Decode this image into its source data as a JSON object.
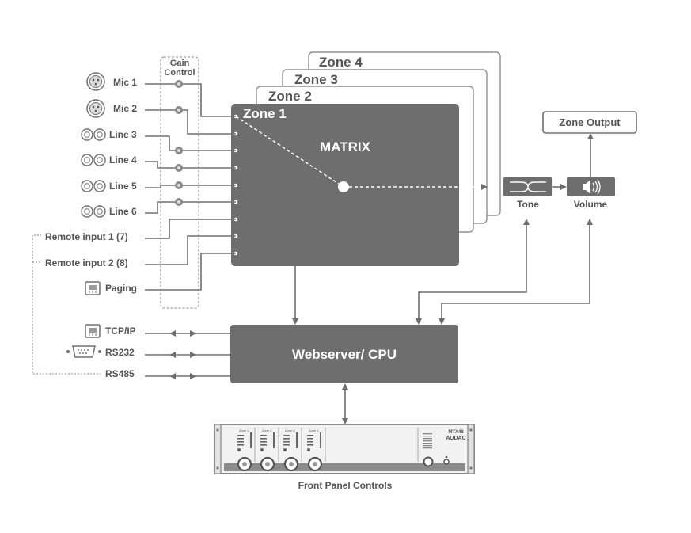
{
  "gain_control": {
    "line1": "Gain",
    "line2": "Control"
  },
  "inputs": [
    {
      "label": "Mic 1",
      "icon": "xlr-connector-icon"
    },
    {
      "label": "Mic 2",
      "icon": "xlr-connector-icon"
    },
    {
      "label": "Line 3",
      "icon": "rca-connector-icon"
    },
    {
      "label": "Line 4",
      "icon": "rca-connector-icon"
    },
    {
      "label": "Line 5",
      "icon": "rca-connector-icon"
    },
    {
      "label": "Line 6",
      "icon": "rca-connector-icon"
    },
    {
      "label": "Remote input 1 (7)",
      "icon": ""
    },
    {
      "label": "Remote input 2 (8)",
      "icon": ""
    },
    {
      "label": "Paging",
      "icon": "rj45-connector-icon"
    }
  ],
  "zones": {
    "zone1": "Zone 1",
    "zone2": "Zone 2",
    "zone3": "Zone 3",
    "zone4": "Zone 4"
  },
  "matrix_label": "MATRIX",
  "tone_label": "Tone",
  "volume_label": "Volume",
  "zone_output_label": "Zone Output",
  "cpu_label": "Webserver/ CPU",
  "control_ports": [
    {
      "label": "TCP/IP",
      "icon": "rj45-connector-icon"
    },
    {
      "label": "RS232",
      "icon": "db9-connector-icon"
    },
    {
      "label": "RS485",
      "icon": ""
    }
  ],
  "front_panel": {
    "caption": "Front Panel Controls",
    "model": "MTX48",
    "brand": "AUDAC",
    "zone_labels": [
      "Zone 1",
      "Zone 2",
      "Zone 3",
      "Zone 4"
    ]
  },
  "colors": {
    "block": "#6e6e6e",
    "line": "#707070",
    "text": "#555555"
  }
}
